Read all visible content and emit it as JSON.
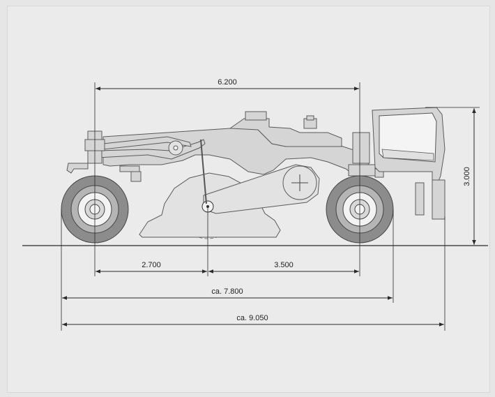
{
  "dimensions": {
    "wheelbase": "6.200",
    "height": "3.000",
    "front_to_rotor": "2.700",
    "rotor_to_rear": "3.500",
    "length_wheels": "ca. 7.800",
    "length_total": "ca. 9.050"
  },
  "colors": {
    "background": "#ebebeb",
    "machine_body": "#d5d5d5",
    "tire": "#8c8c8c",
    "line": "#2a2a2a"
  }
}
